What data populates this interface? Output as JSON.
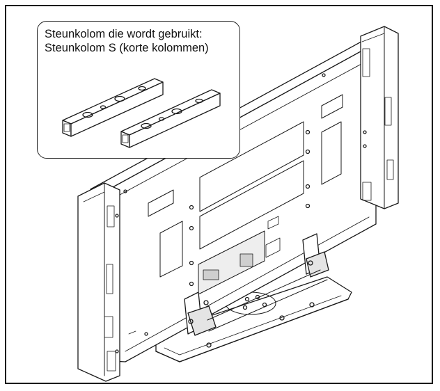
{
  "callout": {
    "line1": "Steunkolom die wordt gebruikt:",
    "line2": "Steunkolom S (korte kolommen)"
  },
  "colors": {
    "line": "#1a1a1a",
    "panel_face": "#ffffff",
    "panel_shade": "#d9d9d9"
  },
  "icons": [
    "display-panel",
    "support-column-s",
    "stand-base"
  ]
}
